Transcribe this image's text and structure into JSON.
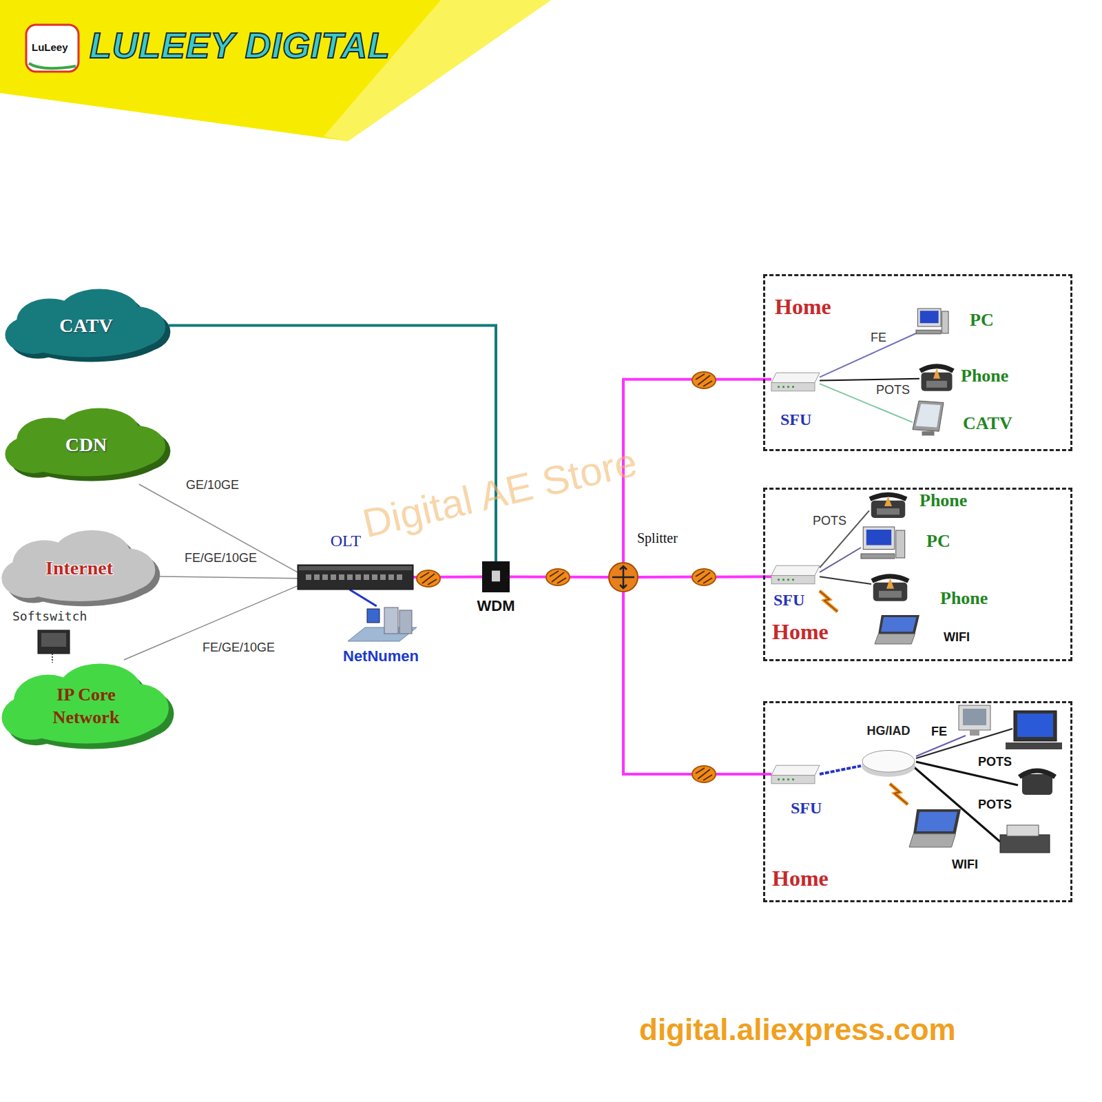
{
  "diagram": {
    "nodes": [
      {
        "text": [
          "CATV"
        ]
      },
      {
        "text": [
          "CDN"
        ]
      },
      {
        "text": [
          "Internet"
        ]
      },
      {
        "text": [
          "IP Core Network"
        ]
      },
      {
        "text": [
          "OLT"
        ]
      },
      {
        "text": [
          "NetNumen"
        ]
      },
      {
        "text": [
          "WDM"
        ]
      },
      {
        "text": [
          "Splitter"
        ]
      },
      {
        "text": [
          "Home"
        ]
      },
      {
        "text": [
          "SFU"
        ],
        "in": 8
      },
      {
        "text": [
          "PC"
        ],
        "in": 8
      },
      {
        "text": [
          "Phone"
        ],
        "in": 8
      },
      {
        "text": [
          "CATV"
        ],
        "in": 8
      },
      {
        "text": [
          "Home"
        ]
      },
      {
        "text": [
          "Phone"
        ],
        "in": 13
      },
      {
        "text": [
          "PC"
        ],
        "in": 13
      },
      {
        "text": [
          "SFU"
        ],
        "in": 13
      },
      {
        "text": [
          "Phone"
        ],
        "in": 13
      },
      {
        "text": [
          "WIFI"
        ],
        "in": 13
      },
      {
        "text": [
          "Home"
        ]
      },
      {
        "text": [
          "HG/IAD"
        ],
        "in": 19
      },
      {
        "text": [
          "SFU"
        ],
        "in": 19
      },
      {
        "text": [
          "WIFI"
        ],
        "in": 19
      }
    ],
    "edges": [
      {
        "from": 0,
        "to": 6,
        "arrow": "none"
      },
      {
        "from": 1,
        "to": 4,
        "label": "GE/10GE",
        "arrow": "none"
      },
      {
        "from": 2,
        "to": 4,
        "label": "FE/GE/10GE",
        "arrow": "none"
      },
      {
        "from": 3,
        "to": 4,
        "label": "FE/GE/10GE",
        "arrow": "none"
      },
      {
        "from": 4,
        "to": 5,
        "arrow": "none"
      },
      {
        "from": 4,
        "to": 6,
        "arrow": "none"
      },
      {
        "from": 6,
        "to": 7,
        "arrow": "none"
      },
      {
        "from": 7,
        "to": 9,
        "arrow": "none"
      },
      {
        "from": 7,
        "to": 16,
        "arrow": "none"
      },
      {
        "from": 7,
        "to": 21,
        "arrow": "none"
      },
      {
        "from": 9,
        "to": 10,
        "label": "FE",
        "arrow": "none"
      },
      {
        "from": 9,
        "to": 11,
        "label": "POTS",
        "arrow": "none"
      },
      {
        "from": 9,
        "to": 12,
        "arrow": "none"
      },
      {
        "from": 16,
        "to": 14,
        "label": "POTS",
        "arrow": "none"
      },
      {
        "from": 16,
        "to": 15,
        "arrow": "none"
      },
      {
        "from": 16,
        "to": 17,
        "arrow": "none"
      },
      {
        "from": 21,
        "to": 20,
        "arrow": "none"
      }
    ],
    "labels": [
      "LuLeey",
      "LULEEY DIGITAL",
      "Softswitch",
      "Digital AE Store",
      "FE",
      "POTS",
      "POTS",
      "digital.aliexpress.com"
    ]
  }
}
